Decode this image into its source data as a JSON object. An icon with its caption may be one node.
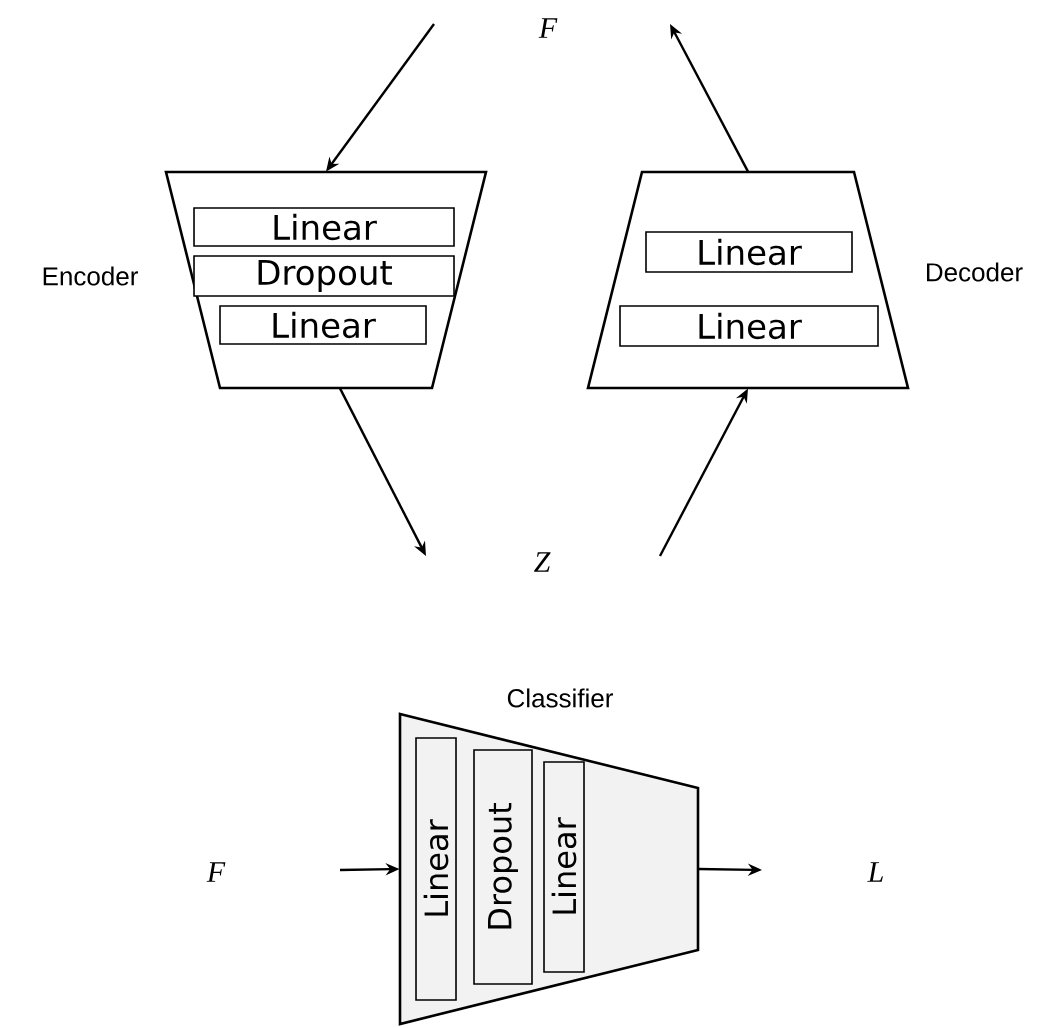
{
  "diagram": {
    "nodes": [
      {
        "text": [
          "Encoder"
        ]
      },
      {
        "text": [
          "Linear"
        ],
        "in": 0
      },
      {
        "text": [
          "Dropout"
        ],
        "in": 0
      },
      {
        "text": [
          "Linear"
        ],
        "in": 0
      },
      {
        "text": [
          "Decoder"
        ]
      },
      {
        "text": [
          "Linear"
        ],
        "in": 4
      },
      {
        "text": [
          "Linear"
        ],
        "in": 4
      },
      {
        "text": [
          "F"
        ]
      },
      {
        "text": [
          "Z"
        ]
      },
      {
        "text": [
          "Classifier"
        ]
      },
      {
        "text": [
          "Linear"
        ],
        "in": 9
      },
      {
        "text": [
          "Dropout"
        ],
        "in": 9
      },
      {
        "text": [
          "Linear"
        ],
        "in": 9
      },
      {
        "text": [
          "F"
        ]
      },
      {
        "text": [
          "L"
        ]
      }
    ],
    "edges": [
      {
        "from": 7,
        "to": 0,
        "arrow": "to"
      },
      {
        "from": 4,
        "to": 7,
        "arrow": "to"
      },
      {
        "from": 0,
        "to": 8,
        "arrow": "to"
      },
      {
        "from": 8,
        "to": 4,
        "arrow": "to"
      },
      {
        "from": null,
        "to": 9,
        "arrow": "to"
      },
      {
        "from": 9,
        "to": null,
        "arrow": "to"
      }
    ]
  }
}
